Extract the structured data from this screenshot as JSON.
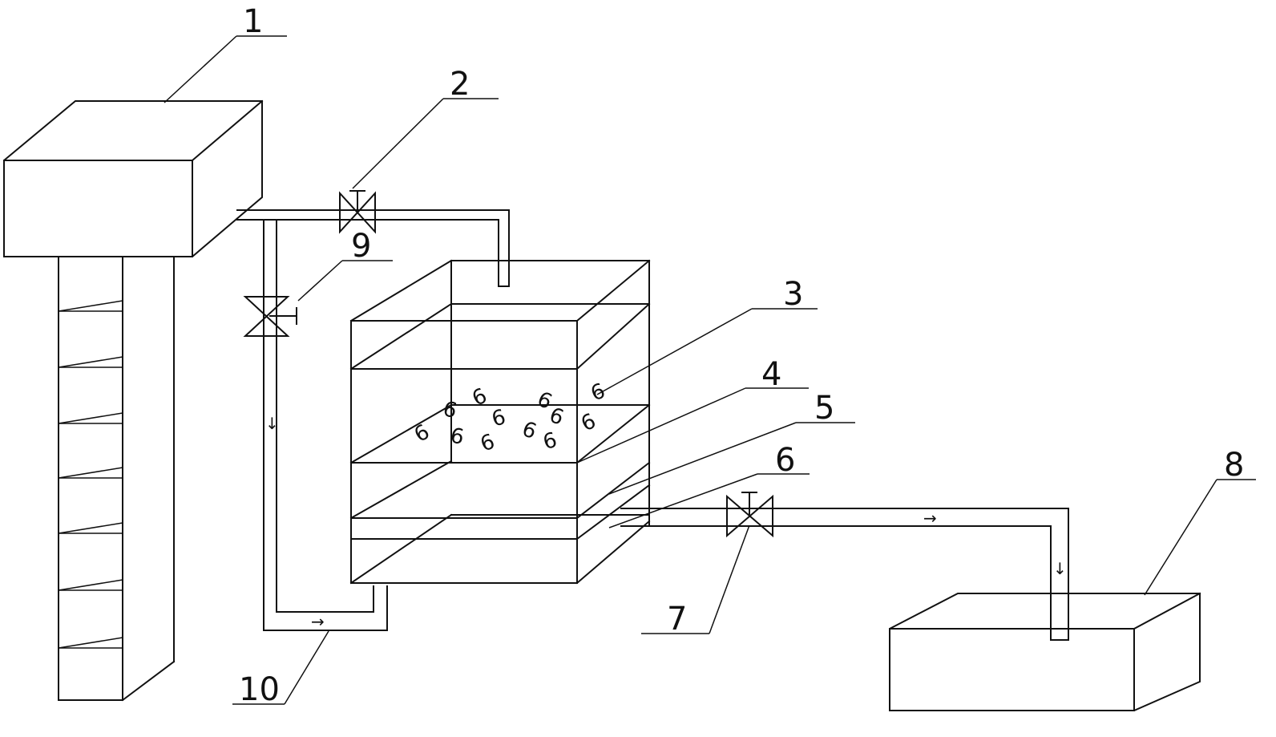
{
  "labels": {
    "l1": "1",
    "l2": "2",
    "l3": "3",
    "l4": "4",
    "l5": "5",
    "l6": "6",
    "l7": "7",
    "l8": "8",
    "l9": "9",
    "l10": "10"
  },
  "packing_glyph": "6"
}
